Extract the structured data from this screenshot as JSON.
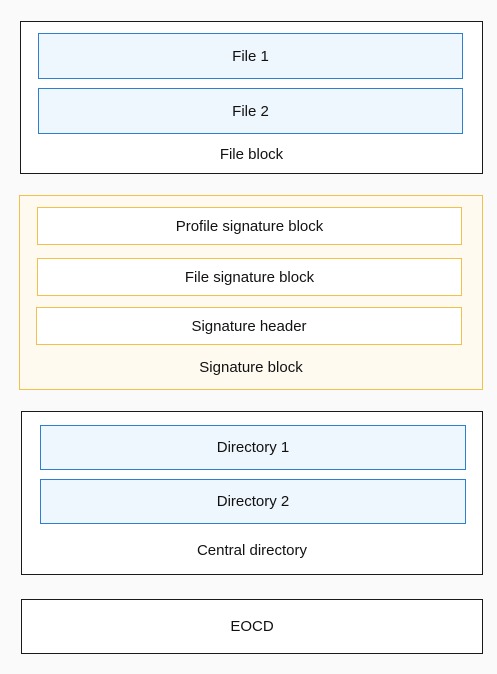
{
  "file_block": {
    "caption": "File block",
    "items": [
      "File 1",
      "File 2"
    ]
  },
  "signature_block": {
    "caption": "Signature block",
    "items": [
      "Profile signature block",
      "File signature block",
      "Signature header"
    ]
  },
  "central_directory": {
    "caption": "Central directory",
    "items": [
      "Directory 1",
      "Directory 2"
    ]
  },
  "eocd": {
    "label": "EOCD"
  },
  "colors": {
    "block_border": "#1a1a1a",
    "signature_border": "#f5c04a",
    "signature_fill": "#fffaf0",
    "entry_border": "#2f7fd1",
    "entry_fill": "#eef7fd"
  }
}
